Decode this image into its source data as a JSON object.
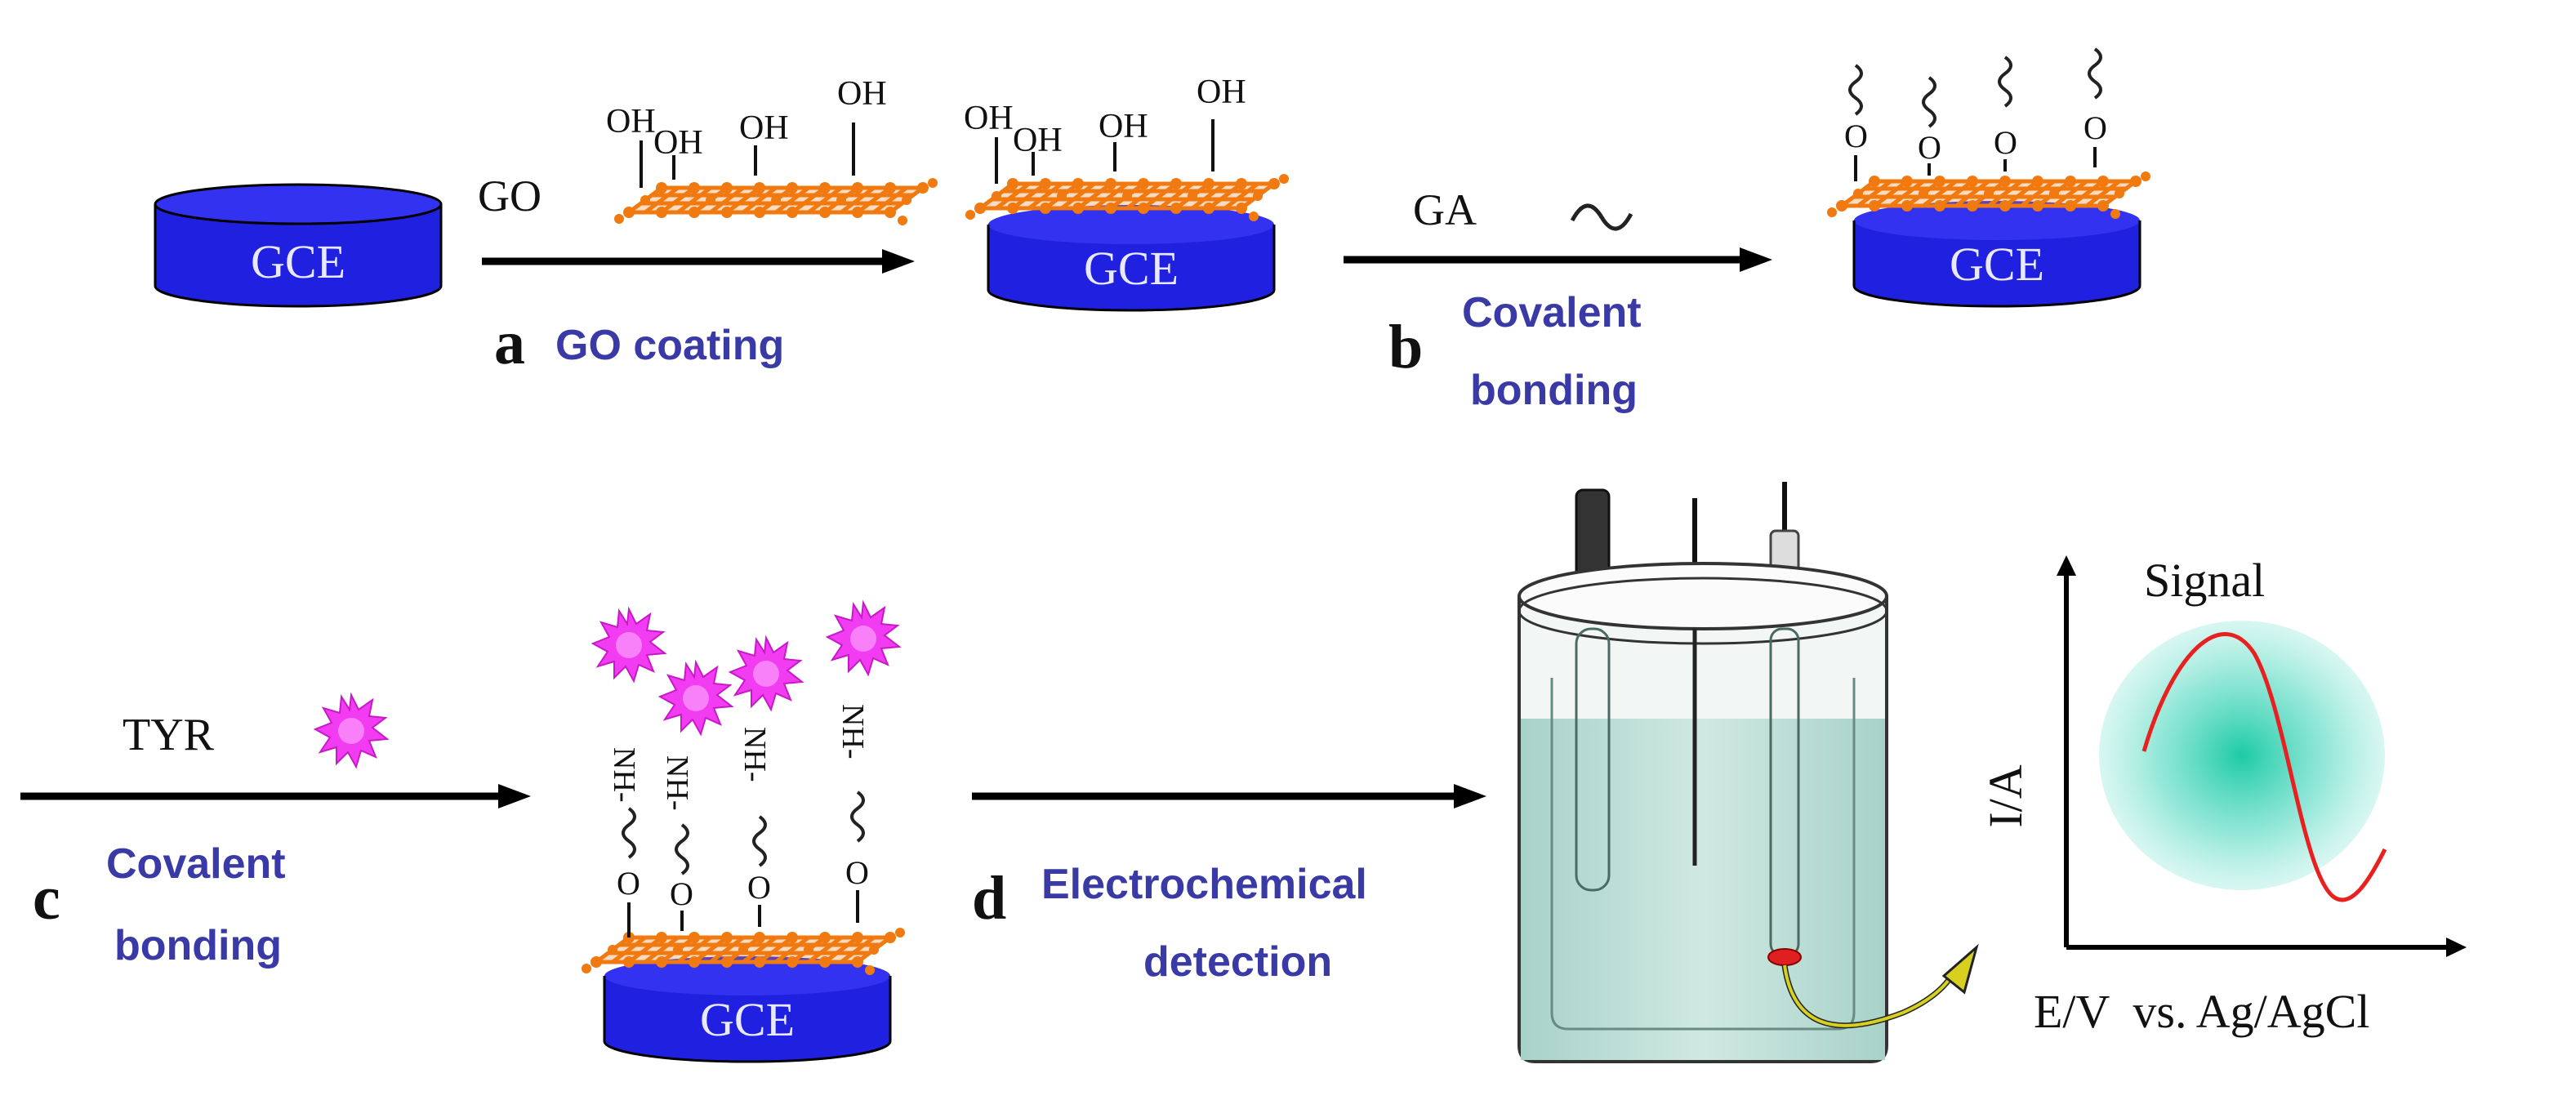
{
  "electrode": {
    "label": "GCE"
  },
  "groups": {
    "hydroxyl": "OH",
    "oxygen": "O",
    "amine": "NH-"
  },
  "steps": [
    {
      "letter": "a",
      "reagent": "GO",
      "desc_line1": "GO coating",
      "desc_line2": ""
    },
    {
      "letter": "b",
      "reagent": "GA",
      "desc_line1": "Covalent",
      "desc_line2": "bonding"
    },
    {
      "letter": "c",
      "reagent": "TYR",
      "desc_line1": "Covalent",
      "desc_line2": "bonding"
    },
    {
      "letter": "d",
      "reagent": "",
      "desc_line1": "Electrochemical",
      "desc_line2": "detection"
    }
  ],
  "graph": {
    "signal_label": "Signal",
    "y_label": "I/A",
    "x_label": "E/V  vs. Ag/AgCl"
  },
  "colors": {
    "electrode": "#2020e0",
    "electrode_top": "#3a3af0",
    "graphene": "#f07a10",
    "step_text": "#3a3aa6",
    "enzyme": "#f03cf0",
    "curve": "#e82020",
    "glow": "#30d0b0",
    "liquid": "#bfe0d8",
    "arrow_curve": "#c8c810"
  }
}
